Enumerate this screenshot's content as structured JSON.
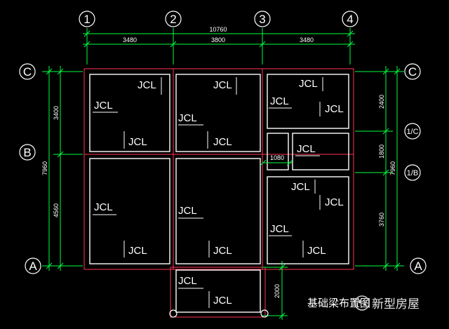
{
  "grid_axes": {
    "columns": [
      "1",
      "2",
      "3",
      "4"
    ],
    "rows_left": [
      "C",
      "B",
      "A"
    ],
    "rows_right": [
      "C",
      "1/C",
      "1/B",
      "A"
    ]
  },
  "dimensions": {
    "total_width": "10760",
    "spans": [
      "3480",
      "3800",
      "3480"
    ],
    "left_segments": [
      "3400",
      "4560"
    ],
    "left_total": "7960",
    "right_segments": [
      "2400",
      "1800",
      "3760"
    ],
    "right_total": "7960",
    "bottom_extension": "2000",
    "small_room": "1080"
  },
  "beam_label": "JCL",
  "title": "基础梁布置图",
  "watermark": "新型房屋",
  "colors": {
    "background": "#000000",
    "dimension": "#00ff40",
    "outline": "#ff3355",
    "wall": "#ffffff",
    "text": "#ffffff"
  }
}
